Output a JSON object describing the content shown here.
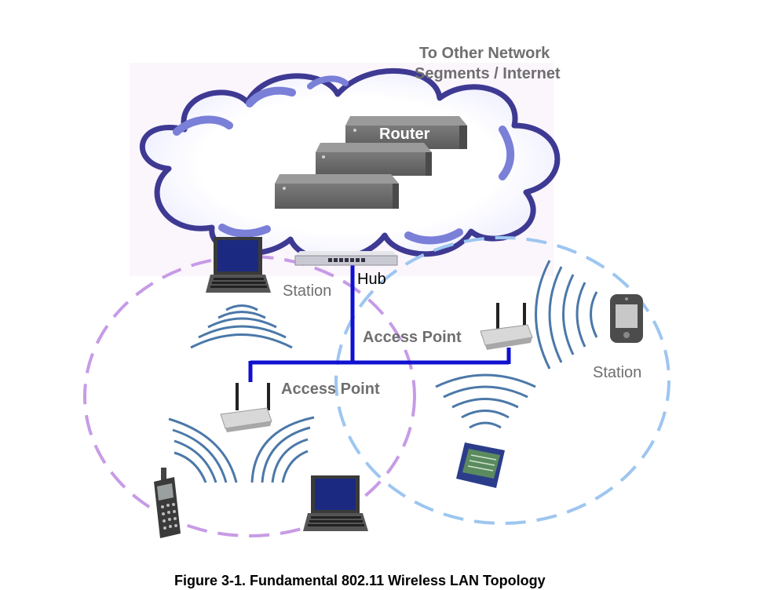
{
  "title_top": {
    "line1": "To Other Network",
    "line2": "Segments / Internet"
  },
  "router_label": "Router",
  "hub_label": "Hub",
  "station_left_label": "Station",
  "station_right_label": "Station",
  "ap_upper_label": "Access Point",
  "ap_lower_label": "Access Point",
  "caption": "Figure 3-1.  Fundamental 802.11 Wireless LAN Topology",
  "colors": {
    "cloud_fill": "#ffffff",
    "cloud_edge": "#3e3a93",
    "cloud_accent": "#7a7fd8",
    "wire": "#1010d0",
    "bss_left": "#c79be6",
    "bss_right": "#9dc6f0",
    "wave": "#4b78a8"
  },
  "icons": [
    "router-icon",
    "hub-icon",
    "laptop-icon",
    "access-point-icon",
    "pda-icon",
    "cell-phone-icon",
    "wireless-wave-icon",
    "cloud-icon"
  ]
}
